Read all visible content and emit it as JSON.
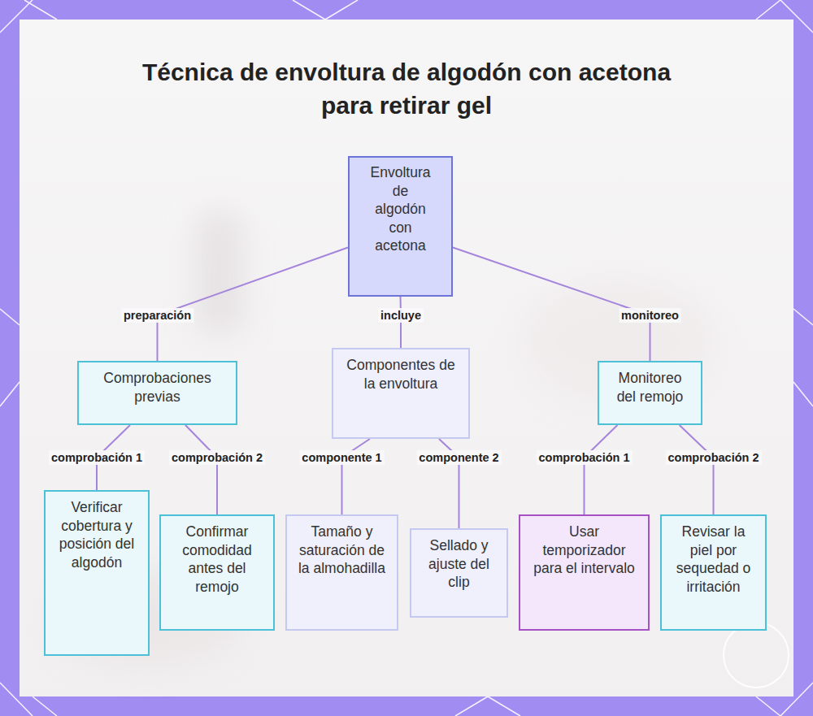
{
  "diagram": {
    "title": "Técnica de envoltura de algodón con acetona para retirar gel",
    "nodes": [
      {
        "text": [
          "Envoltura de algodón con acetona"
        ]
      },
      {
        "text": [
          "Comprobaciones previas"
        ]
      },
      {
        "text": [
          "Componentes de la envoltura"
        ]
      },
      {
        "text": [
          "Monitoreo del remojo"
        ]
      },
      {
        "text": [
          "Verificar cobertura y posición del algodón"
        ]
      },
      {
        "text": [
          "Confirmar comodidad antes del remojo"
        ]
      },
      {
        "text": [
          "Tamaño y saturación de la almohadilla"
        ]
      },
      {
        "text": [
          "Sellado y ajuste del clip"
        ]
      },
      {
        "text": [
          "Usar temporizador para el intervalo"
        ]
      },
      {
        "text": [
          "Revisar la piel por sequedad o irritación"
        ]
      }
    ],
    "edges": [
      {
        "from": 0,
        "to": 1,
        "arrow": "none",
        "label": "preparación"
      },
      {
        "from": 0,
        "to": 2,
        "arrow": "none",
        "label": "incluye"
      },
      {
        "from": 0,
        "to": 3,
        "arrow": "none",
        "label": "monitoreo"
      },
      {
        "from": 1,
        "to": 4,
        "arrow": "none",
        "label": "comprobación 1"
      },
      {
        "from": 1,
        "to": 5,
        "arrow": "none",
        "label": "comprobación 2"
      },
      {
        "from": 2,
        "to": 6,
        "arrow": "none",
        "label": "componente 1"
      },
      {
        "from": 2,
        "to": 7,
        "arrow": "none",
        "label": "componente 2"
      },
      {
        "from": 3,
        "to": 8,
        "arrow": "none",
        "label": "comprobación 1"
      },
      {
        "from": 3,
        "to": 9,
        "arrow": "none",
        "label": "comprobación 2"
      }
    ]
  }
}
